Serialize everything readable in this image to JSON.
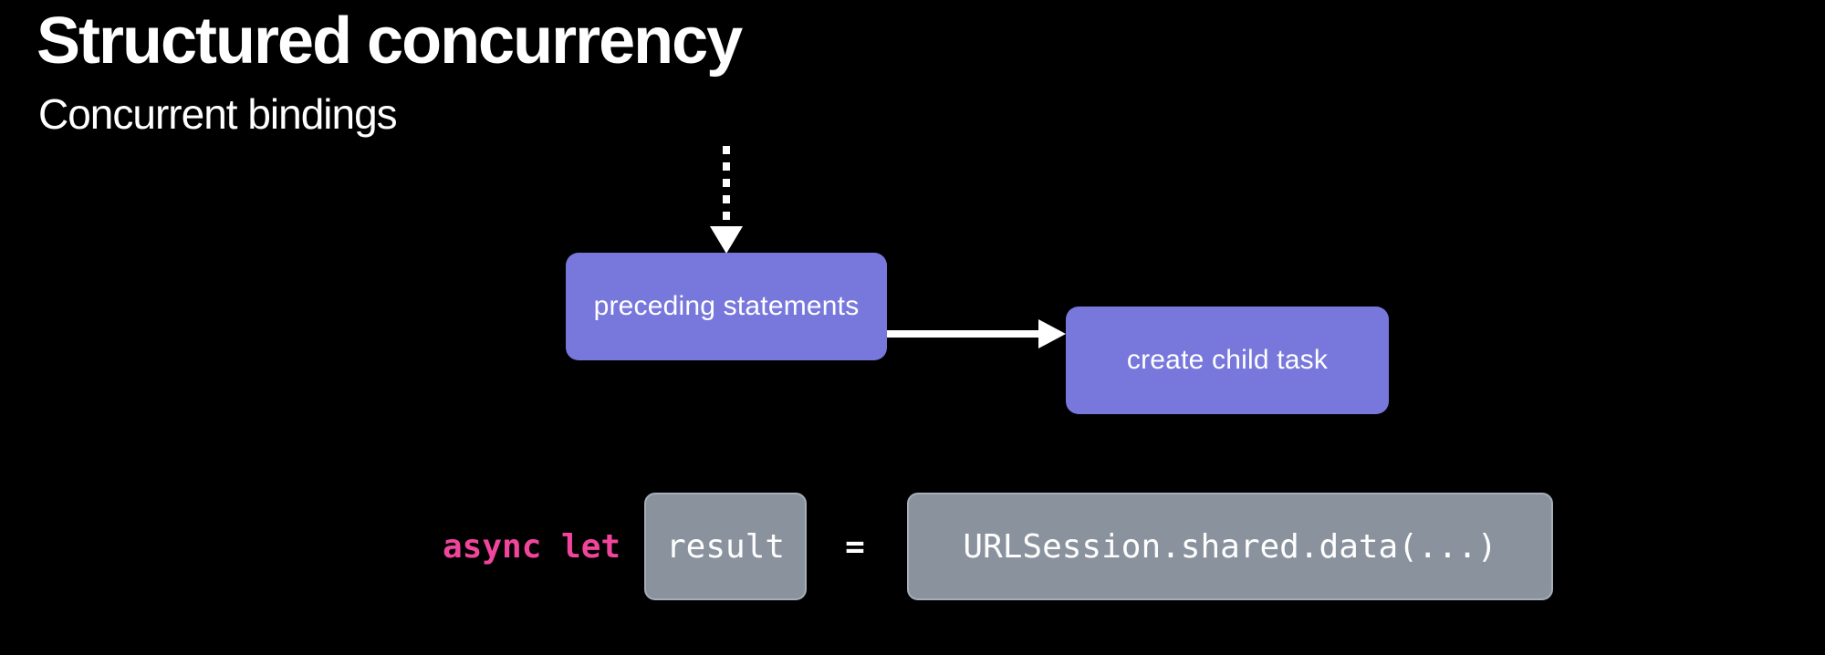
{
  "slide": {
    "title": "Structured concurrency",
    "subtitle": "Concurrent bindings",
    "background_color": "#000000",
    "text_color": "#ffffff"
  },
  "diagram": {
    "nodes": [
      {
        "id": "preceding-statements",
        "label": "preceding statements"
      },
      {
        "id": "create-child-task",
        "label": "create child task"
      }
    ],
    "arrows": [
      {
        "id": "incoming-flow",
        "style": "dashed",
        "direction": "down",
        "target": "preceding statements"
      },
      {
        "id": "spawn-flow",
        "style": "solid",
        "direction": "right",
        "source": "preceding statements",
        "target": "create child task"
      }
    ],
    "colors": {
      "node_fill": "#7878dc",
      "node_text": "#ffffff",
      "arrow": "#ffffff"
    }
  },
  "code": {
    "keyword": "async let",
    "binding_name": "result",
    "equals": "=",
    "expression": "URLSession.shared.data(...)",
    "colors": {
      "keyword": "#f1459c",
      "token_background": "#8a929e",
      "token_border": "#a6aeb8",
      "text": "#ffffff"
    }
  }
}
